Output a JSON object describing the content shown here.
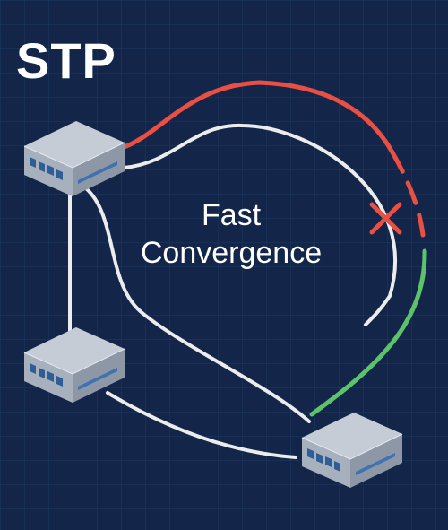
{
  "title": "STP",
  "center_label": {
    "line1": "Fast",
    "line2": "Convergence"
  },
  "colors": {
    "background": "#13264a",
    "grid": "#1f3a62",
    "link": "#ececec",
    "blocked_path": "#e94f43",
    "restored_path": "#5cc36a",
    "switch_top": "#c5ccd6",
    "switch_side": "#8d97a6",
    "port": "#2f5e96"
  },
  "icons": {
    "failure_marker": "x-mark-icon",
    "switch": "network-switch-icon"
  },
  "switches": [
    {
      "name": "switch-top-left"
    },
    {
      "name": "switch-middle-left"
    },
    {
      "name": "switch-bottom-right"
    }
  ]
}
